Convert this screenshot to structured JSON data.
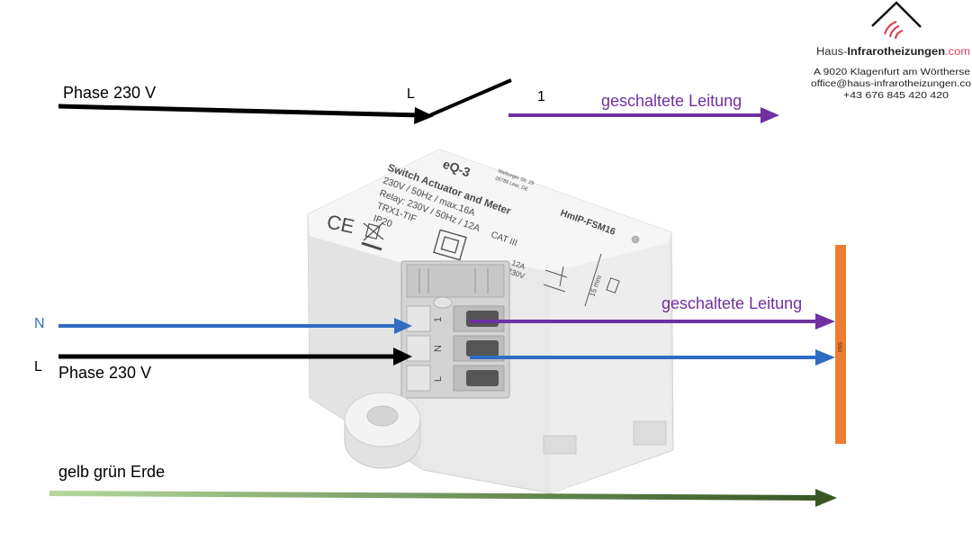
{
  "logo": {
    "brand_prefix": "Haus-",
    "brand_name": "Infrarotheizungen",
    "brand_suffix": ".com"
  },
  "address": {
    "line1": "A 9020 Klagenfurt am Wörtherse",
    "line2": "office@haus-infrarotheizungen.co",
    "line3": "+43 676 845 420 420"
  },
  "top_circuit": {
    "phase_label": "Phase 230 V",
    "switch_input_label": "L",
    "switch_output_label": "1",
    "switched_line_label": "geschaltete Leitung"
  },
  "actuator_circuit": {
    "neutral_label": "N",
    "live_label": "L",
    "phase_label": "Phase 230 V",
    "switched_line_label": "geschaltete Leitung",
    "load_label": "550"
  },
  "earth": {
    "label": "gelb grün Erde"
  },
  "device": {
    "brand_logo": "eQ-3",
    "address_line1": "Maiburger Str. 29",
    "address_line2": "26789 Leer, DE",
    "title": "Switch Actuator and Meter",
    "model": "HmIP-FSM16",
    "rating": "230V / 50Hz / max.16A",
    "relay": "Relay: 230V / 50Hz / 12A",
    "type": "TRX1-TIF",
    "protection": "IP20",
    "ce_mark": "CE",
    "category": "CAT III",
    "current": "12A",
    "voltage": "230V",
    "strip_length": "15 mm",
    "terminal_labels": [
      "1",
      "N",
      "L"
    ]
  },
  "colors": {
    "phase": "#000000",
    "neutral": "#2f6dc2",
    "switched": "#7030a0",
    "load": "#ed7d31",
    "earth_start": "#b5d99c",
    "earth_end": "#375623",
    "brand_accent": "#e0405a"
  }
}
